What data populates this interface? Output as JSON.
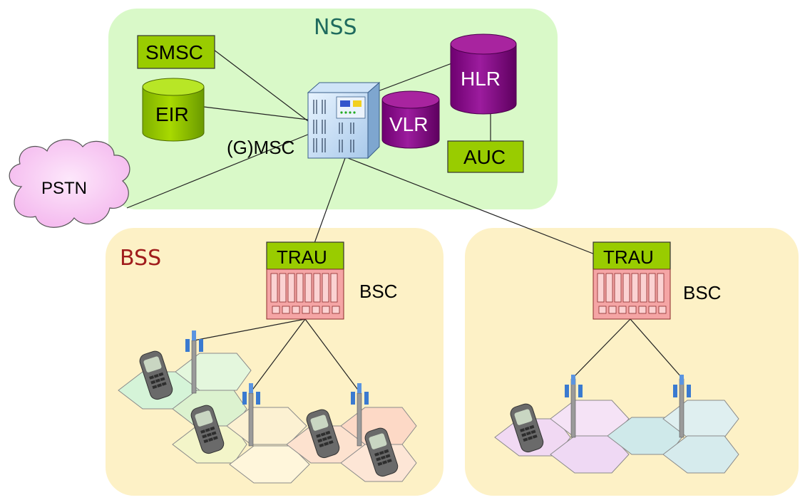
{
  "regions": {
    "nss": {
      "label": "NSS",
      "color": "#d9f9c8",
      "label_color": "#1f6b5e"
    },
    "bss": {
      "label": "BSS",
      "color": "#fdf1c6",
      "label_color": "#a01c1c"
    }
  },
  "nodes": {
    "smsc": "SMSC",
    "eir": "EIR",
    "hlr": "HLR",
    "vlr": "VLR",
    "auc": "AUC",
    "gmsc": "(G)MSC",
    "pstn": "PSTN",
    "trau_left": "TRAU",
    "trau_right": "TRAU",
    "bsc_left": "BSC",
    "bsc_right": "BSC"
  },
  "colors": {
    "green_box": "#99cc00",
    "purple_db": "#800080",
    "pstn_cloud": "#f9ccf5",
    "bsc_rack": "#f5a5a5"
  }
}
